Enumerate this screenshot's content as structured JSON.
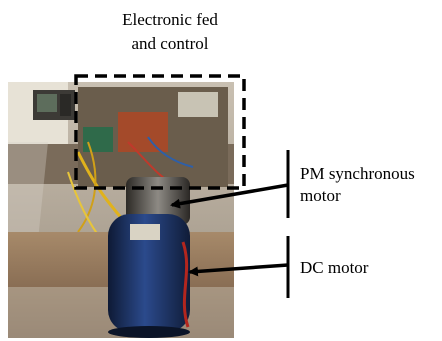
{
  "figure": {
    "title_line1": "Electronic fed",
    "title_line2": "and control",
    "label_pm_line1": "PM synchronous",
    "label_pm_line2": "motor",
    "label_dc": "DC motor"
  }
}
